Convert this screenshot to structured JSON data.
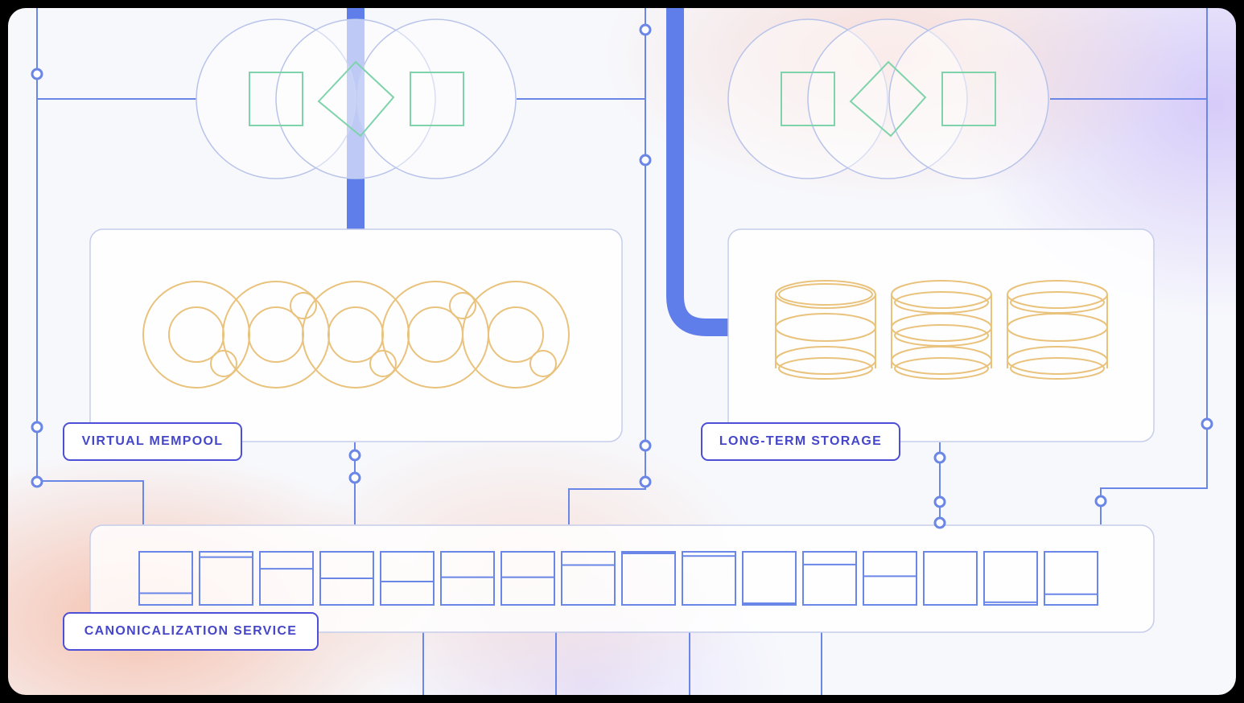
{
  "labels": {
    "virtual_mempool": "VIRTUAL MEMPOOL",
    "long_term_storage": "LONG-TERM STORAGE",
    "canonicalization_service": "CANONICALIZATION SERVICE"
  },
  "colors": {
    "line": "#6a86e6",
    "trunk": "#5f7ee9",
    "label_border": "#4d4fd6",
    "label_text": "#4547c8",
    "gold": "#e9c27c",
    "green": "#7ed3ab"
  },
  "icons": {
    "mempool": "circle-cluster-icon",
    "storage": "database-cylinder-icon",
    "canonicalization": "record-slot-icon",
    "venn": "venn-diagram-icon"
  }
}
